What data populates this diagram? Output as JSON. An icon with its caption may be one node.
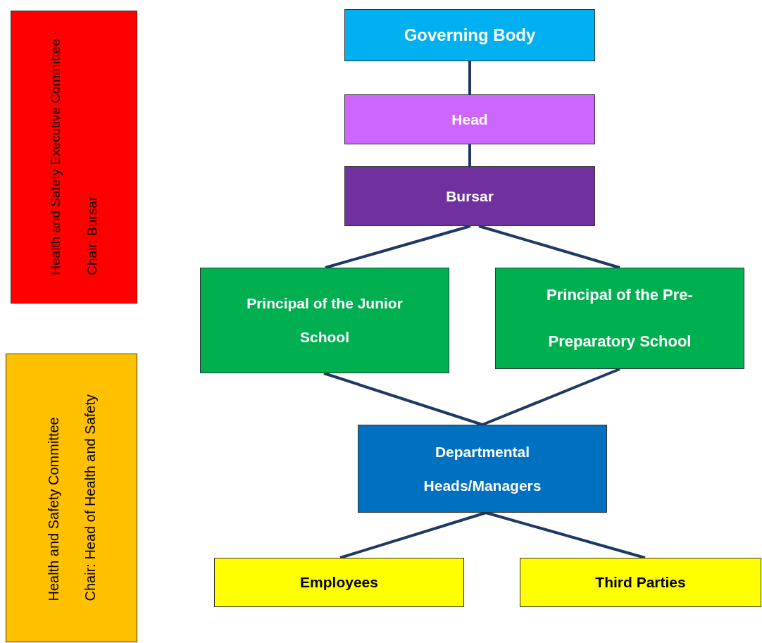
{
  "diagram": {
    "nodes": [
      {
        "text": [
          "Governing Body"
        ]
      },
      {
        "text": [
          "Head"
        ]
      },
      {
        "text": [
          "Bursar"
        ]
      },
      {
        "text": [
          "Principal of the Junior School"
        ]
      },
      {
        "text": [
          "Principal of the Pre-Preparatory School"
        ]
      },
      {
        "text": [
          "Departmental Heads/Managers"
        ]
      },
      {
        "text": [
          "Employees"
        ]
      },
      {
        "text": [
          "Third Parties"
        ]
      },
      {
        "text": [
          "Health and Safety Executive Committee",
          "Chair: Bursar"
        ]
      },
      {
        "text": [
          "Health and Safety Committee",
          "Chair: Head of Health and Safety"
        ]
      }
    ],
    "edges": [
      {
        "from": 0,
        "to": 1,
        "arrow": "none"
      },
      {
        "from": 1,
        "to": 2,
        "arrow": "none"
      },
      {
        "from": 2,
        "to": 3,
        "arrow": "none"
      },
      {
        "from": 2,
        "to": 4,
        "arrow": "none"
      },
      {
        "from": 3,
        "to": 5,
        "arrow": "none"
      },
      {
        "from": 4,
        "to": 5,
        "arrow": "none"
      },
      {
        "from": 5,
        "to": 6,
        "arrow": "none"
      },
      {
        "from": 5,
        "to": 7,
        "arrow": "none"
      }
    ]
  }
}
